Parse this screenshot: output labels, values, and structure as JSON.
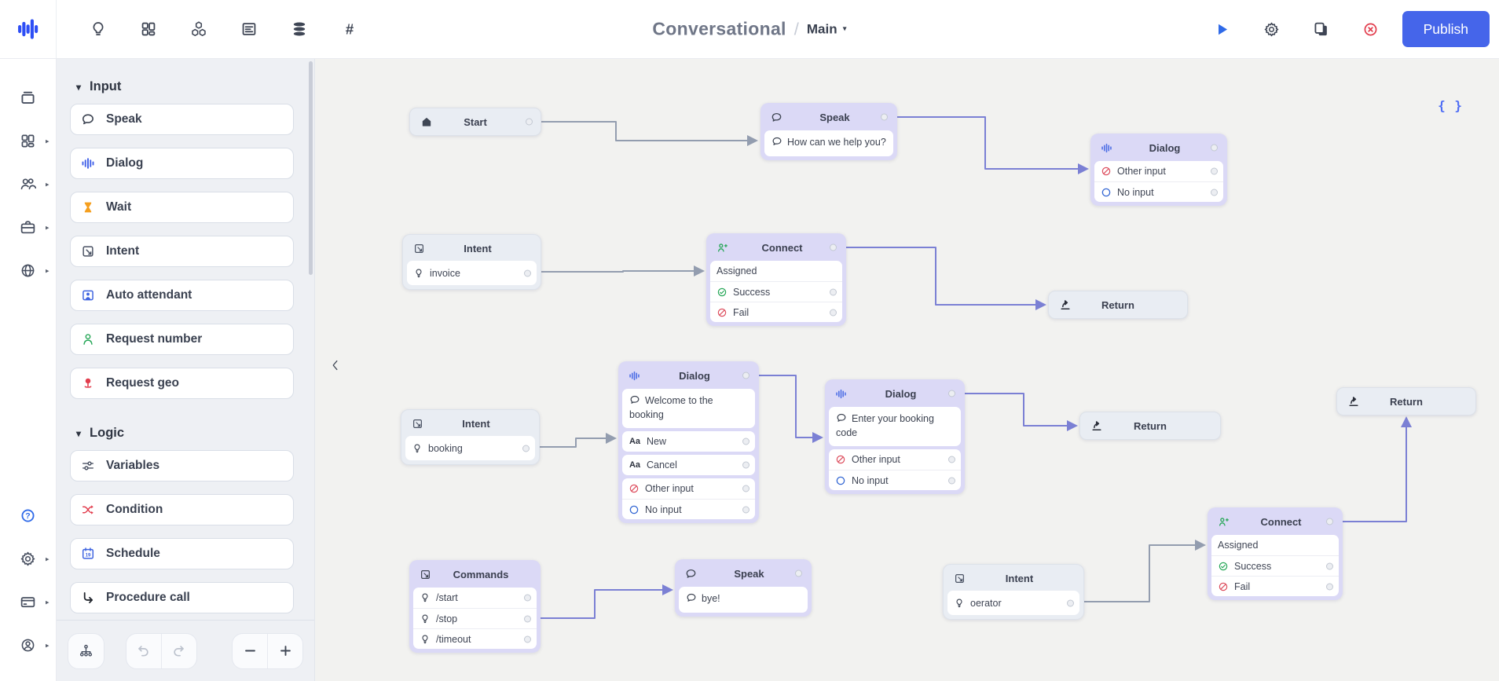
{
  "topbar": {
    "logo_icon": "audio-waveform-logo",
    "nav_icons": [
      "lightbulb",
      "dashboard-grid",
      "modules-cubes",
      "form-list",
      "database",
      "hash"
    ],
    "title": {
      "primary": "Conversational",
      "separator": "/",
      "secondary": "Main"
    },
    "action_icons": [
      "run-play",
      "settings-gear",
      "copy-pages",
      "close-circle"
    ],
    "publish_label": "Publish",
    "colors": {
      "publish_bg": "#4565ea",
      "play": "#2f6ae8",
      "close": "#e23d4d",
      "logo": "#2d4ef5"
    }
  },
  "rail": {
    "top_items": [
      {
        "icon": "archive-box",
        "caret": false
      },
      {
        "icon": "app-grid",
        "caret": true
      },
      {
        "icon": "team-users",
        "caret": true
      },
      {
        "icon": "briefcase",
        "caret": true
      },
      {
        "icon": "globe",
        "caret": true
      }
    ],
    "bottom_items": [
      {
        "icon": "help-circle",
        "caret": false,
        "color": "#2f6ae8"
      },
      {
        "icon": "settings-gear",
        "caret": true
      },
      {
        "icon": "billing-card",
        "caret": true
      },
      {
        "icon": "account-circle",
        "caret": true
      }
    ]
  },
  "sidebar": {
    "sections": [
      {
        "label": "Input",
        "items": [
          {
            "label": "Speak",
            "icon": "speech-bubble",
            "color": "#3f4654"
          },
          {
            "label": "Dialog",
            "icon": "waveform",
            "color": "#4262e8"
          },
          {
            "label": "Wait",
            "icon": "hourglass",
            "color": "#f59f1e"
          },
          {
            "label": "Intent",
            "icon": "intent-arrow",
            "color": "#4a5263"
          },
          {
            "label": "Auto attendant",
            "icon": "attendant-frame",
            "color": "#3d63e0"
          },
          {
            "label": "Request number",
            "icon": "person",
            "color": "#27a758"
          },
          {
            "label": "Request geo",
            "icon": "geo-pin",
            "color": "#e23d4d"
          }
        ]
      },
      {
        "label": "Logic",
        "items": [
          {
            "label": "Variables",
            "icon": "sliders",
            "color": "#4a5263"
          },
          {
            "label": "Condition",
            "icon": "shuffle",
            "color": "#e23d4d"
          },
          {
            "label": "Schedule",
            "icon": "calendar-19",
            "color": "#3d63e0"
          },
          {
            "label": "Procedure call",
            "icon": "procedure-arrow",
            "color": "#23272f"
          }
        ]
      }
    ],
    "footer_controls": [
      "tree-layout",
      "undo",
      "redo",
      "zoom-out",
      "zoom-in"
    ]
  },
  "canvas": {
    "code_toggle_icon": "code-braces",
    "collapse_icon": "chevron-left",
    "edge_colors": {
      "gray": "#939daf",
      "purple": "#7b80d4"
    },
    "nodes": [
      {
        "id": "start",
        "kind": "pill",
        "icon": "home",
        "icon_color": "#3f4654",
        "title": "Start",
        "port": true
      },
      {
        "id": "speak1",
        "kind": "block",
        "style": "lav",
        "icon": "speech-bubble",
        "icon_color": "#3f4654",
        "title": "Speak",
        "header_port": true,
        "parts": [
          {
            "type": "speech",
            "icon": "speech-bubble",
            "text": "How can we help you?"
          }
        ]
      },
      {
        "id": "dialog1",
        "kind": "block",
        "style": "lav",
        "icon": "waveform",
        "icon_color": "#4f6fe6",
        "title": "Dialog",
        "header_port": true,
        "parts": [
          {
            "type": "rows",
            "rows": [
              {
                "icon": "deny-circle",
                "icon_color": "#dd4f5f",
                "label": "Other input",
                "port": true
              },
              {
                "icon": "empty-circle",
                "icon_color": "#3568d4",
                "label": "No input",
                "port": true
              }
            ]
          }
        ]
      },
      {
        "id": "intent1",
        "kind": "block",
        "style": "gray",
        "icon": "intent-arrow",
        "icon_color": "#4a5263",
        "title": "Intent",
        "header_port": false,
        "parts": [
          {
            "type": "rows",
            "rows": [
              {
                "icon": "bulb",
                "icon_color": "#3f4654",
                "label": "invoice",
                "port": true
              }
            ]
          }
        ]
      },
      {
        "id": "connect1",
        "kind": "block",
        "style": "lav",
        "icon": "person-plus",
        "icon_color": "#27a758",
        "title": "Connect",
        "header_port": true,
        "parts": [
          {
            "type": "rows",
            "rows": [
              {
                "icon": null,
                "label": "Assigned",
                "port": false
              },
              {
                "icon": "check-circle",
                "icon_color": "#27a758",
                "label": "Success",
                "port": true
              },
              {
                "icon": "deny-circle",
                "icon_color": "#dd4f5f",
                "label": "Fail",
                "port": true
              }
            ]
          }
        ]
      },
      {
        "id": "return1",
        "kind": "pill",
        "icon": "return-share",
        "icon_color": "#2b2f3a",
        "title": "Return",
        "port": false
      },
      {
        "id": "intent2",
        "kind": "block",
        "style": "gray",
        "icon": "intent-arrow",
        "icon_color": "#4a5263",
        "title": "Intent",
        "header_port": false,
        "parts": [
          {
            "type": "rows",
            "rows": [
              {
                "icon": "bulb",
                "icon_color": "#3f4654",
                "label": "booking",
                "port": true
              }
            ]
          }
        ]
      },
      {
        "id": "dialog2",
        "kind": "block",
        "style": "lav",
        "icon": "waveform",
        "icon_color": "#4f6fe6",
        "title": "Dialog",
        "header_port": true,
        "parts": [
          {
            "type": "speech",
            "icon": "speech-bubble",
            "text": "Welcome to the booking"
          },
          {
            "type": "rows",
            "rows": [
              {
                "icon": "aa",
                "label": "New",
                "port": true
              }
            ]
          },
          {
            "type": "rows",
            "rows": [
              {
                "icon": "aa",
                "label": "Cancel",
                "port": true
              }
            ]
          },
          {
            "type": "rows",
            "rows": [
              {
                "icon": "deny-circle",
                "icon_color": "#dd4f5f",
                "label": "Other input",
                "port": true
              },
              {
                "icon": "empty-circle",
                "icon_color": "#3568d4",
                "label": "No input",
                "port": true
              }
            ]
          }
        ]
      },
      {
        "id": "dialog3",
        "kind": "block",
        "style": "lav",
        "icon": "waveform",
        "icon_color": "#4f6fe6",
        "title": "Dialog",
        "header_port": true,
        "parts": [
          {
            "type": "speech",
            "icon": "speech-bubble",
            "text": "Enter your booking code"
          },
          {
            "type": "rows",
            "rows": [
              {
                "icon": "deny-circle",
                "icon_color": "#dd4f5f",
                "label": "Other input",
                "port": true
              },
              {
                "icon": "empty-circle",
                "icon_color": "#3568d4",
                "label": "No input",
                "port": true
              }
            ]
          }
        ]
      },
      {
        "id": "return2",
        "kind": "pill",
        "icon": "return-share",
        "icon_color": "#2b2f3a",
        "title": "Return",
        "port": false
      },
      {
        "id": "return3",
        "kind": "pill",
        "icon": "return-share",
        "icon_color": "#2b2f3a",
        "title": "Return",
        "port": false
      },
      {
        "id": "connect2",
        "kind": "block",
        "style": "lav",
        "icon": "person-plus",
        "icon_color": "#27a758",
        "title": "Connect",
        "header_port": true,
        "parts": [
          {
            "type": "rows",
            "rows": [
              {
                "icon": null,
                "label": "Assigned",
                "port": false
              },
              {
                "icon": "check-circle",
                "icon_color": "#27a758",
                "label": "Success",
                "port": true
              },
              {
                "icon": "deny-circle",
                "icon_color": "#dd4f5f",
                "label": "Fail",
                "port": true
              }
            ]
          }
        ]
      },
      {
        "id": "commands",
        "kind": "block",
        "style": "lav",
        "icon": "intent-arrow",
        "icon_color": "#3f4654",
        "title": "Commands",
        "header_port": false,
        "parts": [
          {
            "type": "rows",
            "rows": [
              {
                "icon": "bulb",
                "icon_color": "#3f4654",
                "label": "/start",
                "port": true
              },
              {
                "icon": "bulb",
                "icon_color": "#3f4654",
                "label": "/stop",
                "port": true
              },
              {
                "icon": "bulb",
                "icon_color": "#3f4654",
                "label": "/timeout",
                "port": true
              }
            ]
          }
        ]
      },
      {
        "id": "speak2",
        "kind": "block",
        "style": "lav",
        "icon": "speech-bubble",
        "icon_color": "#3f4654",
        "title": "Speak",
        "header_port": true,
        "parts": [
          {
            "type": "speech",
            "icon": "speech-bubble",
            "text": "bye!"
          }
        ]
      },
      {
        "id": "intent3",
        "kind": "block",
        "style": "gray",
        "icon": "intent-arrow",
        "icon_color": "#4a5263",
        "title": "Intent",
        "header_port": false,
        "parts": [
          {
            "type": "rows",
            "rows": [
              {
                "icon": "bulb",
                "icon_color": "#3f4654",
                "label": "oerator",
                "port": true
              }
            ]
          }
        ]
      }
    ],
    "edges": [
      {
        "from": "start",
        "to": "speak1",
        "color": "gray"
      },
      {
        "from": "speak1",
        "to": "dialog1",
        "color": "purple"
      },
      {
        "from": "intent1",
        "to": "connect1",
        "color": "gray"
      },
      {
        "from": "connect1",
        "to": "return1",
        "color": "purple"
      },
      {
        "from": "intent2",
        "to": "dialog2",
        "color": "gray"
      },
      {
        "from": "dialog2",
        "to": "dialog3",
        "color": "purple"
      },
      {
        "from": "dialog3",
        "to": "return2",
        "color": "purple"
      },
      {
        "from": "intent3",
        "to": "connect2",
        "color": "gray"
      },
      {
        "from": "connect2",
        "to": "return3",
        "color": "purple"
      },
      {
        "from": "commands",
        "to": "speak2",
        "color": "purple"
      }
    ]
  }
}
